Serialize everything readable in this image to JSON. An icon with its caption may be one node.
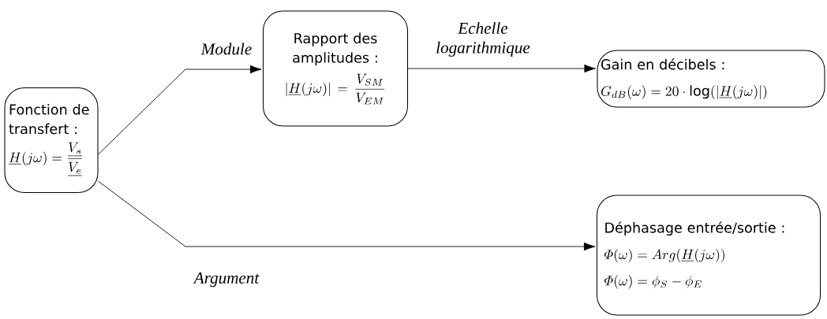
{
  "diagram": {
    "nodes": [
      {
        "text": [
          "Fonction de transfert :",
          "\\underline{H}(j\\omega)=\\frac{\\underline{V_s}}{\\underline{V_e}}"
        ]
      },
      {
        "text": [
          "Rapport des amplitudes :",
          "\\left|\\underline{H}(j\\omega)\\right| = \\frac{V_{SM}}{V_{EM}}"
        ]
      },
      {
        "text": [
          "Gain en décibels :",
          "G_{dB}(\\omega) = 20\\cdot\\log(\\left|\\underline{H}(j\\omega)\\right|)"
        ]
      },
      {
        "text": [
          "Déphasage entrée/sortie :",
          "\\mathnormal{\\Phi}(\\omega) = Arg(\\underline{H}(j\\omega))",
          "\\mathnormal{\\Phi}(\\omega) = \\phi_S - \\phi_E"
        ]
      }
    ],
    "edges": [
      {
        "from": 0,
        "to": 1,
        "arrow": "to",
        "label": "Module"
      },
      {
        "from": 1,
        "to": 2,
        "arrow": "to",
        "label": "Echelle logarithmique"
      },
      {
        "from": 0,
        "to": 3,
        "arrow": "to",
        "label": "Argument"
      }
    ]
  }
}
